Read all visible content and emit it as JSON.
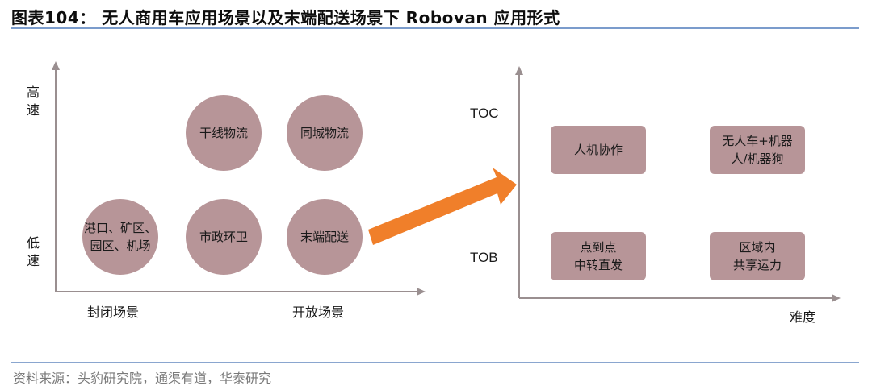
{
  "title": "图表104： 无人商用车应用场景以及末端配送场景下 Robovan 应用形式",
  "source": "资料来源：头豹研究院，通渠有道，华泰研究",
  "left_diagram": {
    "y_top_label": "高速",
    "y_bottom_label": "低速",
    "x_left_label": "封闭场景",
    "x_right_label": "开放场景",
    "circles": {
      "trunk_logistics": "干线物流",
      "intracity_logistics": "同城物流",
      "ports_mines": "港口、矿区、\n园区、机场",
      "municipal_sanitation": "市政环卫",
      "last_mile_delivery": "末端配送"
    }
  },
  "right_diagram": {
    "y_top_label": "TOC",
    "y_bottom_label": "TOB",
    "x_label": "难度",
    "boxes": {
      "human_machine": "人机协作",
      "unmanned_robot": "无人车+机器\n人/机器狗",
      "point_to_point": "点到点\n中转直发",
      "regional_shared": "区域内\n共享运力"
    }
  },
  "colors": {
    "node_fill": "#b79598",
    "arrow": "#f07f2a",
    "axis": "#9a8f90",
    "title_rule": "#7b9ccc"
  }
}
